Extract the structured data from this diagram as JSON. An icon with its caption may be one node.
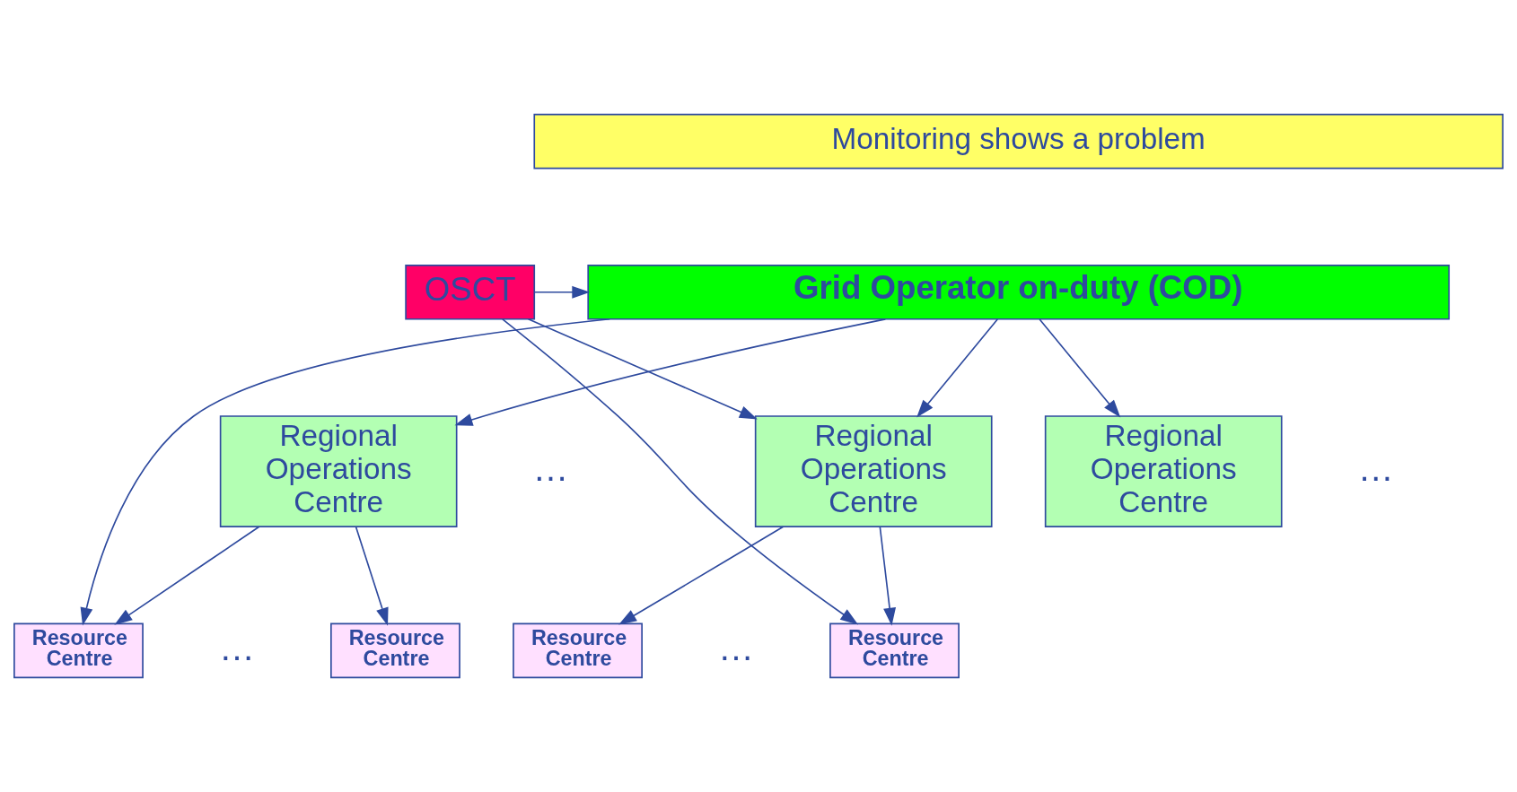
{
  "diagram": {
    "nodes": [
      {
        "text": [
          "Monitoring shows a problem"
        ]
      },
      {
        "text": [
          "Grid Operator on-duty (COD)"
        ]
      },
      {
        "text": [
          "OSCT"
        ]
      },
      {
        "text": [
          "Regional Operations Centre"
        ]
      },
      {
        "text": [
          "Regional Operations Centre"
        ]
      },
      {
        "text": [
          "Regional Operations Centre"
        ]
      },
      {
        "text": [
          "Resource Centre"
        ]
      },
      {
        "text": [
          "Resource Centre"
        ]
      },
      {
        "text": [
          "Resource Centre"
        ]
      },
      {
        "text": [
          "Resource Centre"
        ]
      }
    ],
    "edges": [
      {
        "from": 2,
        "to": 1,
        "arrow": "to"
      },
      {
        "from": 1,
        "to": 3,
        "arrow": "to"
      },
      {
        "from": 1,
        "to": 4,
        "arrow": "to"
      },
      {
        "from": 1,
        "to": 5,
        "arrow": "to"
      },
      {
        "from": 2,
        "to": 5,
        "arrow": "to"
      },
      {
        "from": 1,
        "to": 6,
        "arrow": "to"
      },
      {
        "from": 3,
        "to": 6,
        "arrow": "to"
      },
      {
        "from": 3,
        "to": 7,
        "arrow": "to"
      },
      {
        "from": 5,
        "to": 8,
        "arrow": "to"
      },
      {
        "from": 5,
        "to": 9,
        "arrow": "to"
      },
      {
        "from": 2,
        "to": 9,
        "arrow": "to"
      }
    ],
    "labels": [
      "…",
      "…",
      "…",
      "…"
    ]
  }
}
